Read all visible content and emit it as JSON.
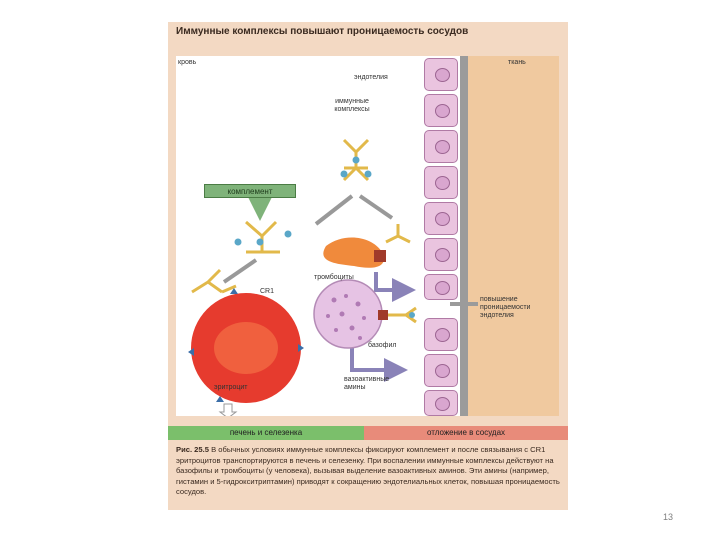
{
  "figure": {
    "title": "Иммунные комплексы повышают проницаемость сосудов",
    "labels": {
      "blood": "кровь",
      "tissue": "ткань",
      "endothelium": "эндотелия",
      "immune_complexes": "иммунные комплексы",
      "complement": "комплемент",
      "platelets": "тромбоциты",
      "cr1": "CR1",
      "increased_permeability": "повышение проницаемости эндотелия",
      "basophil": "базофил",
      "vasoactive_amines": "вазоактивные амины",
      "erythrocyte": "эритроцит"
    },
    "bottom_bars": {
      "liver_spleen": "печень и селезенка",
      "vessel_deposition": "отложение в сосудах"
    },
    "caption": {
      "ref": "Рис. 25.5",
      "text": "В обычных условиях иммунные комплексы фиксируют комплемент и после связывания с CR1 эритроцитов транспортируются в печень и селезенку. При воспалении иммунные комплексы действуют на базофилы и тромбоциты (у человека), вызывая выделение вазоактивных аминов. Эти амины (например, гистамин и 5-гидрокситриптамин) приводят к сокращению эндотелиальных клеток, повышая проницаемость сосудов."
    }
  },
  "page_number": "13",
  "colors": {
    "background": "#f3d9c3",
    "tissue": "#f0c99f",
    "cell": "#eac4df",
    "antibody": "#e2b94a",
    "antigen": "#5aa7c8",
    "erythrocyte": "#e63b2e",
    "platelet": "#f08a3c",
    "basophil": "#d9a8d8",
    "green_bar": "#7bbf6b",
    "red_bar": "#e88b7a"
  }
}
